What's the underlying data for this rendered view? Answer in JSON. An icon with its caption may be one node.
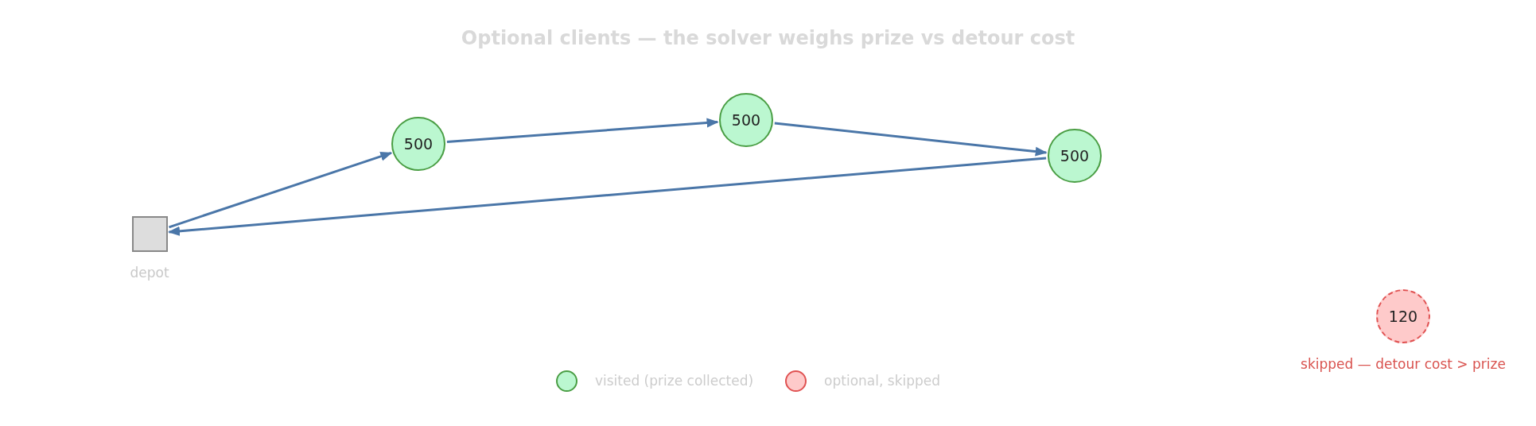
{
  "diagram": {
    "title": "Optional clients — the solver weighs prize vs detour cost",
    "nodes": [
      {
        "text": [],
        "shape": "box",
        "beside": [
          "depot"
        ]
      },
      {
        "text": [
          "500"
        ]
      },
      {
        "text": [
          "500"
        ]
      },
      {
        "text": [
          "500"
        ]
      },
      {
        "text": [
          "120"
        ],
        "beside": [
          "skipped — detour cost > prize"
        ]
      }
    ],
    "edges": [
      {
        "from": 0,
        "to": 1,
        "arrow": "to"
      },
      {
        "from": 1,
        "to": 2,
        "arrow": "to"
      },
      {
        "from": 2,
        "to": 3,
        "arrow": "to"
      },
      {
        "from": 3,
        "to": 0,
        "arrow": "to"
      }
    ],
    "legend": [
      {
        "text": "visited (prize collected)",
        "color": "#bbf7d0"
      },
      {
        "text": "optional, skipped",
        "color": "#fecaca"
      }
    ]
  }
}
